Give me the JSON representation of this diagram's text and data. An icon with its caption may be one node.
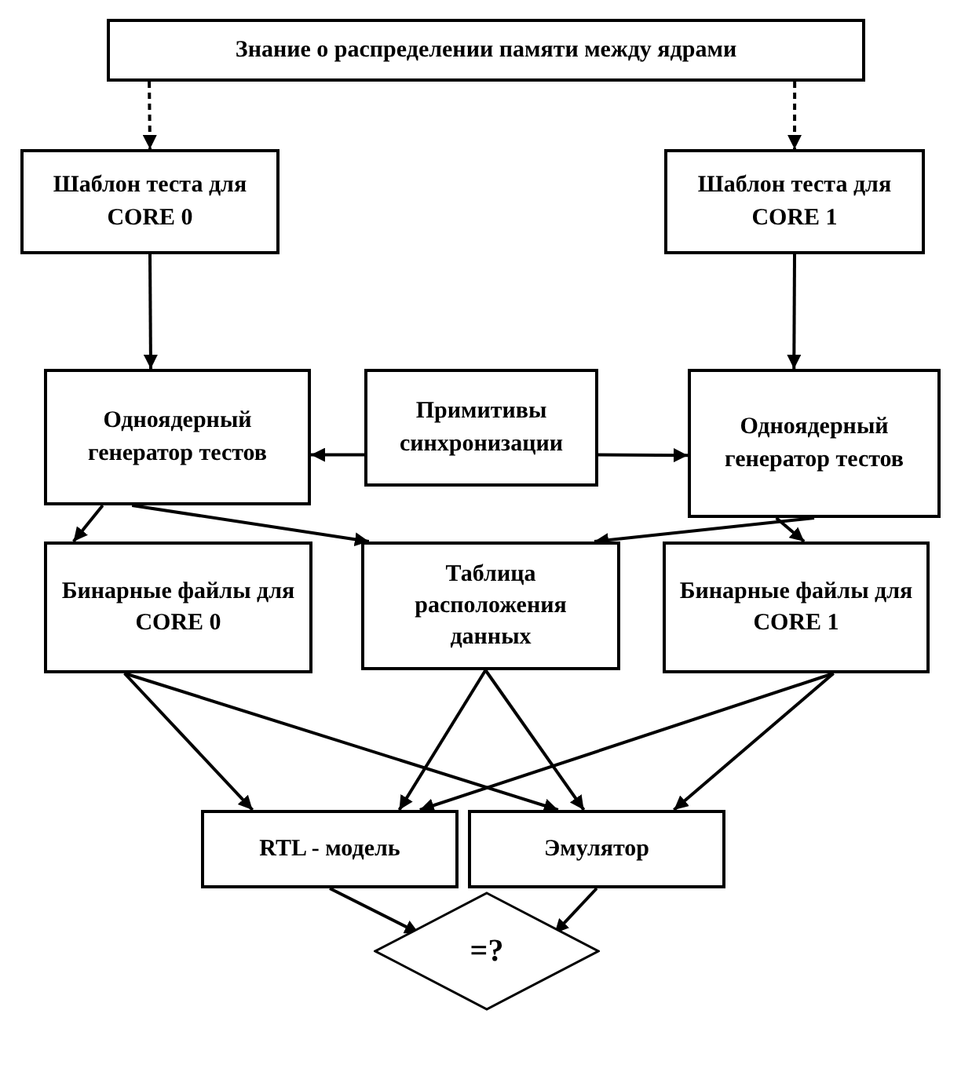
{
  "diagram": {
    "nodes": [
      {
        "text": [
          "Знание о распределении памяти между ядрами"
        ]
      },
      {
        "text": [
          "Шаблон теста для CORE 0"
        ]
      },
      {
        "text": [
          "Шаблон теста для CORE 1"
        ]
      },
      {
        "text": [
          "Одноядерный генератор тестов"
        ]
      },
      {
        "text": [
          "Примитивы синхронизации"
        ]
      },
      {
        "text": [
          "Одноядерный генератор тестов"
        ]
      },
      {
        "text": [
          "Бинарные файлы для CORE 0"
        ]
      },
      {
        "text": [
          "Таблица расположения данных"
        ]
      },
      {
        "text": [
          "Бинарные файлы для CORE 1"
        ]
      },
      {
        "text": [
          "RTL - модель"
        ]
      },
      {
        "text": [
          "Эмулятор"
        ]
      },
      {
        "text": [
          "=?"
        ]
      }
    ],
    "edges": [
      {
        "from": 0,
        "to": 1,
        "arrow": "to",
        "style": "dashed"
      },
      {
        "from": 0,
        "to": 2,
        "arrow": "to",
        "style": "dashed"
      },
      {
        "from": 1,
        "to": 3,
        "arrow": "to"
      },
      {
        "from": 2,
        "to": 5,
        "arrow": "to"
      },
      {
        "from": 4,
        "to": 3,
        "arrow": "to"
      },
      {
        "from": 4,
        "to": 5,
        "arrow": "to"
      },
      {
        "from": 3,
        "to": 6,
        "arrow": "to"
      },
      {
        "from": 3,
        "to": 7,
        "arrow": "to"
      },
      {
        "from": 5,
        "to": 7,
        "arrow": "to"
      },
      {
        "from": 5,
        "to": 8,
        "arrow": "to"
      },
      {
        "from": 6,
        "to": 9,
        "arrow": "to"
      },
      {
        "from": 6,
        "to": 10,
        "arrow": "to"
      },
      {
        "from": 7,
        "to": 9,
        "arrow": "to"
      },
      {
        "from": 7,
        "to": 10,
        "arrow": "to"
      },
      {
        "from": 8,
        "to": 9,
        "arrow": "to"
      },
      {
        "from": 8,
        "to": 10,
        "arrow": "to"
      },
      {
        "from": 9,
        "to": 11,
        "arrow": "to"
      },
      {
        "from": 10,
        "to": 11,
        "arrow": "to"
      }
    ]
  }
}
